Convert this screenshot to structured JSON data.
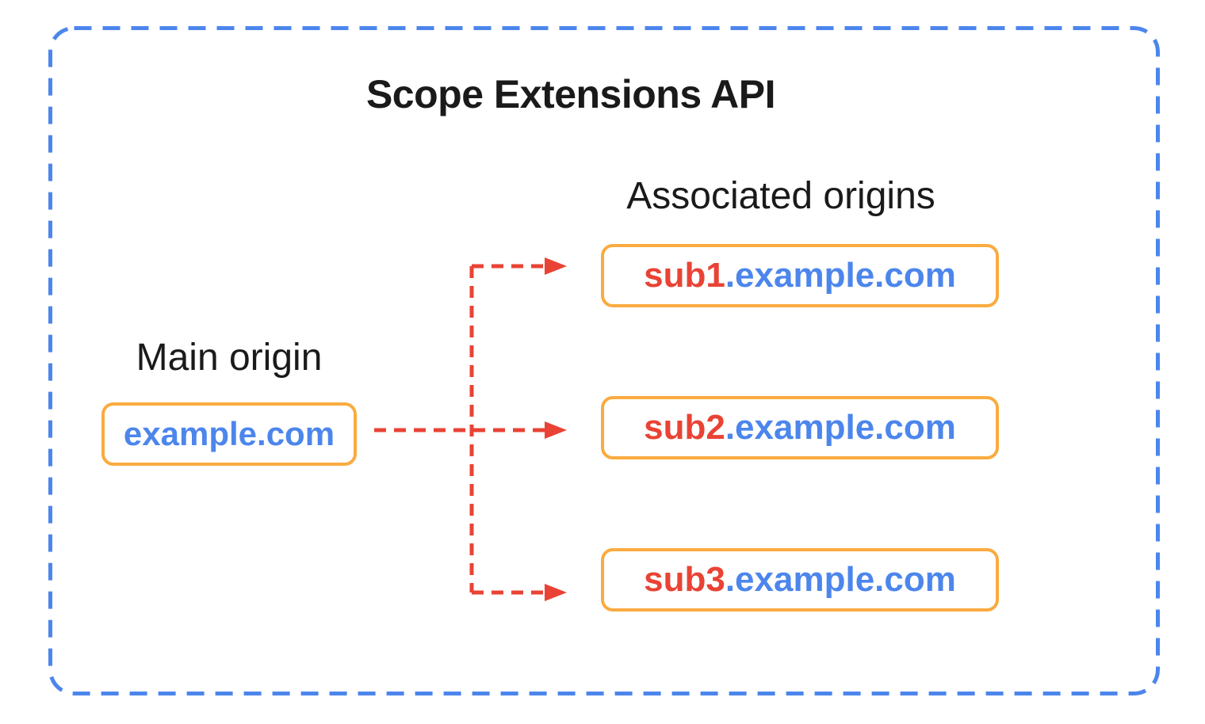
{
  "title": "Scope Extensions API",
  "main_origin": {
    "heading": "Main origin",
    "domain": "example.com"
  },
  "associated_origins": {
    "heading": "Associated origins",
    "items": [
      {
        "prefix": "sub1",
        "suffix": ".example.com"
      },
      {
        "prefix": "sub2",
        "suffix": ".example.com"
      },
      {
        "prefix": "sub3",
        "suffix": ".example.com"
      }
    ]
  },
  "colors": {
    "frame_blue": "#4C86EC",
    "box_orange": "#FAAB40",
    "arrow_red": "#E94335",
    "domain_blue": "#4C86EC",
    "subdomain_red": "#E94335",
    "text_black": "#1A1A1A",
    "background": "#FFFFFF"
  }
}
